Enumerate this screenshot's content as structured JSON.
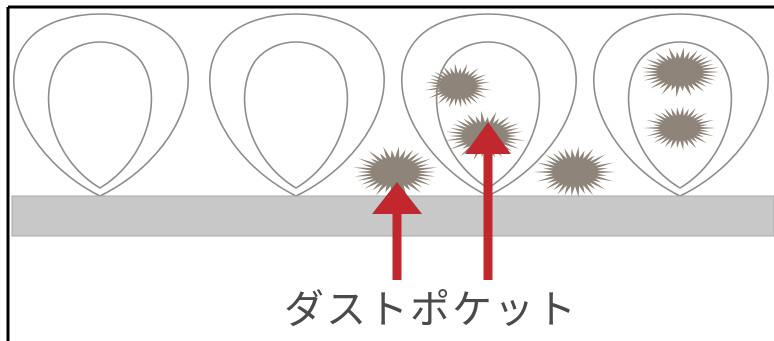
{
  "caption": "ダストポケット",
  "colors": {
    "background": "#ffffff",
    "frame": "#000000",
    "loop_stroke": "#8c8c8c",
    "base_fill": "#c8c8c8",
    "base_stroke": "#a8a8a8",
    "dust": "#8f8479",
    "arrow": "#c1272d",
    "caption": "#4a4a4a"
  },
  "elements": {
    "loops": 4,
    "dust_particles": 6,
    "arrows": 2
  }
}
